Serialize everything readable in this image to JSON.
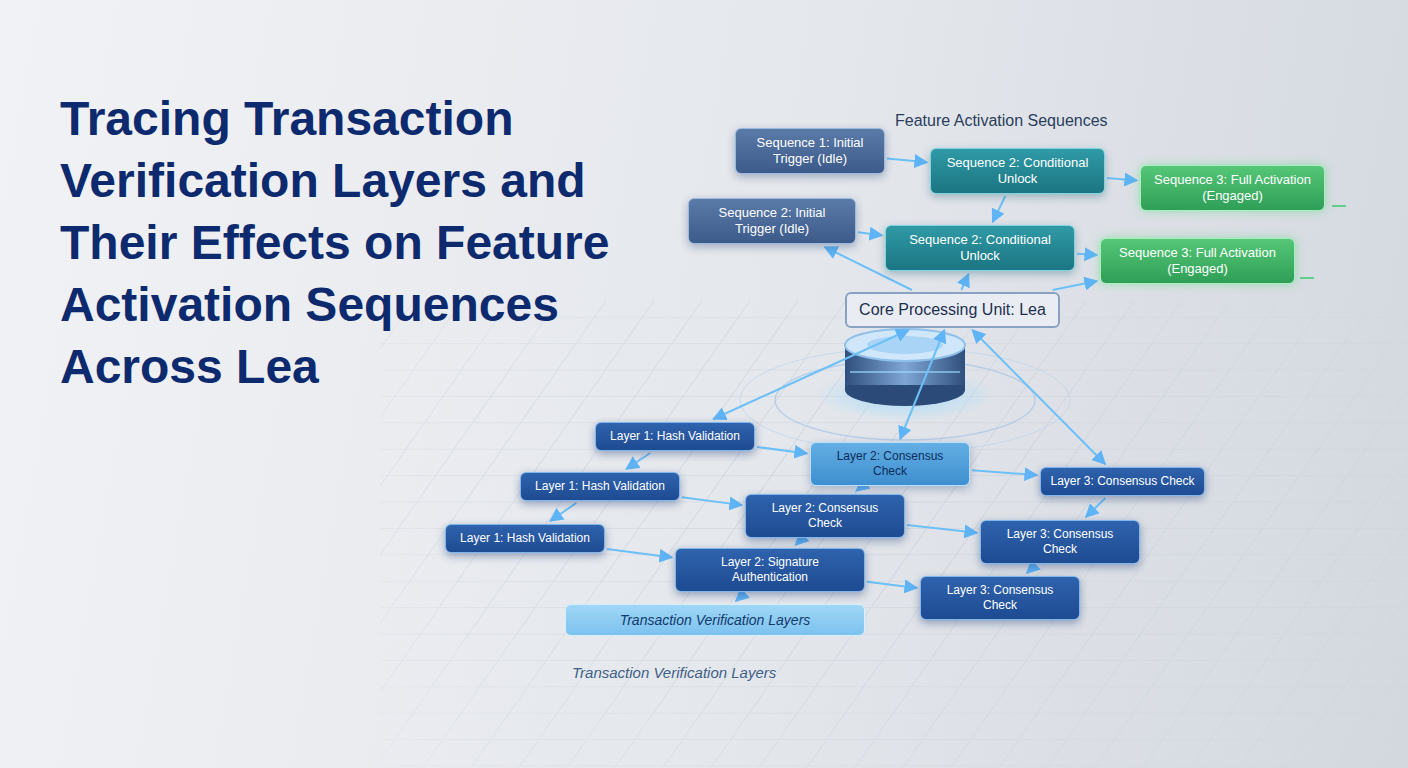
{
  "diagram": {
    "title": "Tracing Transaction Verification Layers and Their Effects on Feature Activation Sequences Across Lea",
    "nodes": [
      {
        "text": [
          "Sequence 1: Initial Trigger (Idle)"
        ]
      },
      {
        "text": [
          "Sequence 2: Conditional Unlock"
        ]
      },
      {
        "text": [
          "Sequence 3: Full Activation (Engaged)"
        ]
      },
      {
        "text": [
          "Sequence 2: Initial Trigger (Idle)"
        ]
      },
      {
        "text": [
          "Sequence 2: Conditional Unlock"
        ]
      },
      {
        "text": [
          "Sequence 3: Full Activation (Engaged)"
        ]
      },
      {
        "text": [
          "Core Processing Unit: Lea"
        ]
      },
      {
        "text": [
          "Layer 1: Hash Validation"
        ]
      },
      {
        "text": [
          "Layer 2: Consensus Check"
        ]
      },
      {
        "text": [
          "Layer 3: Consensus Check"
        ]
      },
      {
        "text": [
          "Layer 1: Hash Validation"
        ]
      },
      {
        "text": [
          "Layer 2: Consensus Check"
        ]
      },
      {
        "text": [
          "Layer 3: Consensus Check"
        ]
      },
      {
        "text": [
          "Layer 1: Hash Validation"
        ]
      },
      {
        "text": [
          "Layer 2: Signature Authentication"
        ]
      },
      {
        "text": [
          "Layer 3: Consensus Check"
        ]
      },
      {
        "text": [
          "Transaction Verification Layers"
        ]
      }
    ],
    "edges": [
      {
        "from": 0,
        "to": 1,
        "arrow": "to"
      },
      {
        "from": 1,
        "to": 2,
        "arrow": "to"
      },
      {
        "from": 3,
        "to": 4,
        "arrow": "to"
      },
      {
        "from": 4,
        "to": 5,
        "arrow": "to"
      },
      {
        "from": 1,
        "to": 4,
        "arrow": "to"
      },
      {
        "from": 6,
        "to": 3,
        "arrow": "to"
      },
      {
        "from": 6,
        "to": 4,
        "arrow": "to"
      },
      {
        "from": 6,
        "to": 5,
        "arrow": "to"
      },
      {
        "from": 6,
        "to": 7,
        "arrow": "both"
      },
      {
        "from": 6,
        "to": 8,
        "arrow": "both"
      },
      {
        "from": 6,
        "to": 9,
        "arrow": "both"
      },
      {
        "from": 7,
        "to": 8,
        "arrow": "to"
      },
      {
        "from": 8,
        "to": 9,
        "arrow": "to"
      },
      {
        "from": 7,
        "to": 10,
        "arrow": "to"
      },
      {
        "from": 10,
        "to": 13,
        "arrow": "to"
      },
      {
        "from": 10,
        "to": 11,
        "arrow": "to"
      },
      {
        "from": 11,
        "to": 12,
        "arrow": "to"
      },
      {
        "from": 13,
        "to": 14,
        "arrow": "to"
      },
      {
        "from": 14,
        "to": 15,
        "arrow": "to"
      },
      {
        "from": 8,
        "to": 11,
        "arrow": "to"
      },
      {
        "from": 11,
        "to": 14,
        "arrow": "to"
      },
      {
        "from": 9,
        "to": 12,
        "arrow": "to"
      },
      {
        "from": 12,
        "to": 15,
        "arrow": "to"
      },
      {
        "from": 14,
        "to": 16,
        "arrow": "to"
      }
    ],
    "labels": [
      "Feature Activation Sequences",
      "Transaction Verification Layers"
    ]
  }
}
